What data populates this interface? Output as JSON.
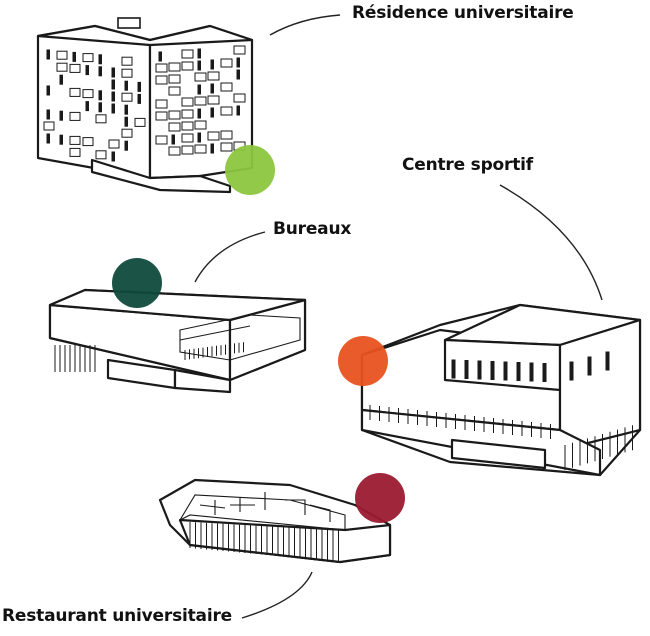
{
  "labels": {
    "residence": "Résidence universitaire",
    "sport": "Centre sportif",
    "bureaux": "Bureaux",
    "restaurant": "Restaurant universitaire"
  },
  "colors": {
    "residence": "#8cc63f",
    "bureaux": "#0f4a3c",
    "sport": "#e8521f",
    "restaurant": "#9b1b30"
  }
}
